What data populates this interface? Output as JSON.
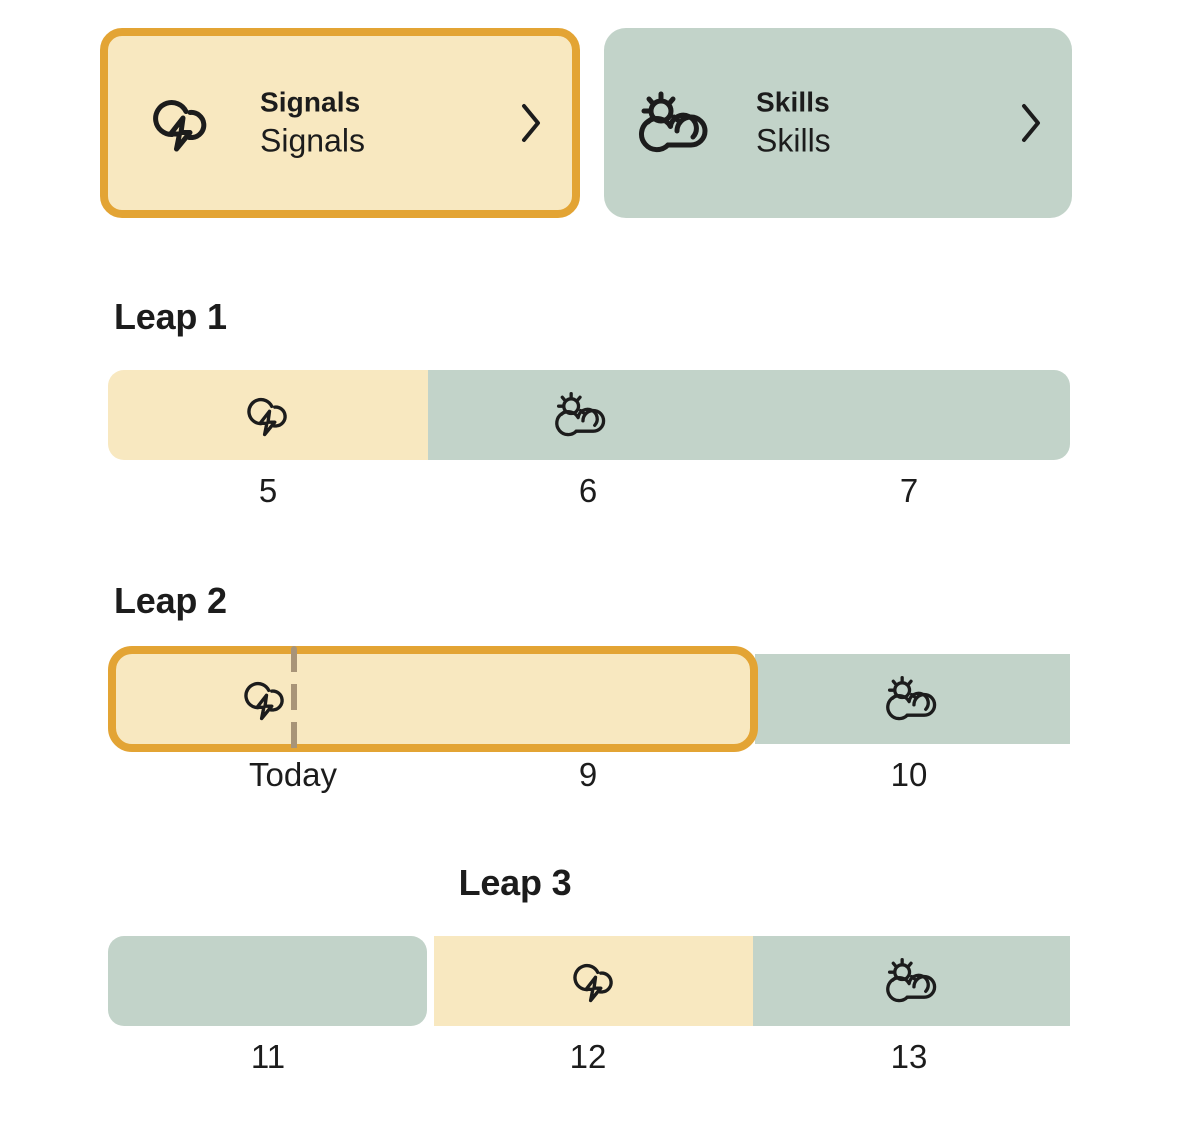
{
  "theme": {
    "yellow": "#f8e8c0",
    "green": "#c2d3c9",
    "orange_border": "#e3a434",
    "today_line": "#a89478",
    "text": "#1c1c1c",
    "background": "#ffffff"
  },
  "cards": [
    {
      "id": "signals",
      "title": "Signals",
      "subtitle": "Signals",
      "icon": "cloud-lightning-icon",
      "chevron": "chevron-right-icon",
      "selected": true,
      "color": "#f8e8c0"
    },
    {
      "id": "skills",
      "title": "Skills",
      "subtitle": "Skills",
      "icon": "sun-behind-cloud-icon",
      "chevron": "chevron-right-icon",
      "selected": false,
      "color": "#c2d3c9"
    }
  ],
  "leaps": [
    {
      "id": "leap-1",
      "title": "Leap 1",
      "title_align": "left",
      "segments": [
        {
          "type": "yellow",
          "icon": "cloud-lightning-icon",
          "start_pct": 0,
          "end_pct": 33.3,
          "highlight": false
        },
        {
          "type": "green",
          "icon": "sun-behind-cloud-icon",
          "start_pct": 33.3,
          "end_pct": 100,
          "highlight": false
        }
      ],
      "labels": [
        "5",
        "6",
        "7"
      ],
      "today_marker": false
    },
    {
      "id": "leap-2",
      "title": "Leap 2",
      "title_align": "left",
      "segments": [
        {
          "type": "yellow",
          "icon": "cloud-lightning-icon",
          "start_pct": 0,
          "end_pct": 67.6,
          "highlight": true
        },
        {
          "type": "green",
          "icon": "sun-behind-cloud-icon",
          "start_pct": 67.3,
          "end_pct": 100,
          "highlight": false
        }
      ],
      "labels": [
        "Today",
        "9",
        "10"
      ],
      "today_marker": true
    },
    {
      "id": "leap-3",
      "title": "Leap 3",
      "title_align": "center",
      "segments": [
        {
          "type": "green",
          "icon": null,
          "start_pct": 0,
          "end_pct": 33.2,
          "highlight": false
        },
        {
          "type": "yellow",
          "icon": "cloud-lightning-icon",
          "start_pct": 33.9,
          "end_pct": 67.1,
          "highlight": false
        },
        {
          "type": "green",
          "icon": "sun-behind-cloud-icon",
          "start_pct": 67.1,
          "end_pct": 100,
          "highlight": false
        }
      ],
      "labels": [
        "11",
        "12",
        "13"
      ],
      "today_marker": false
    }
  ]
}
